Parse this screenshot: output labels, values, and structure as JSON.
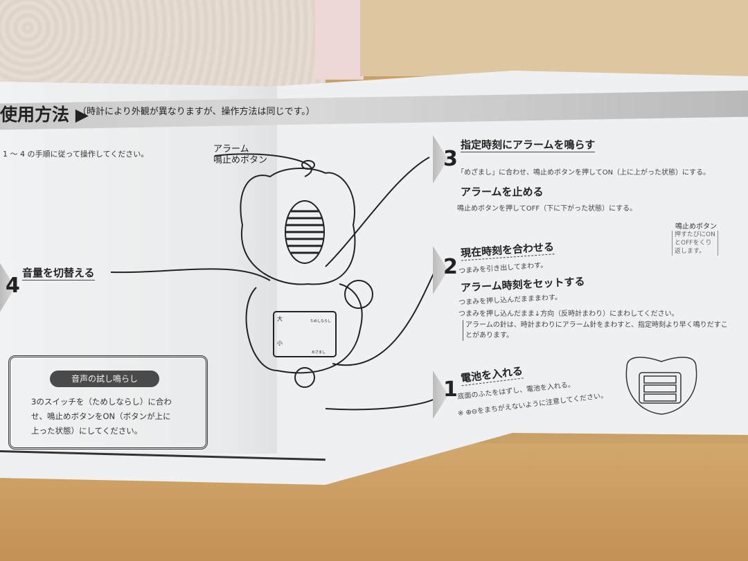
{
  "header": {
    "title": "使用方法 ▶",
    "subtitle": "（時計により外観が異なりますが、操作方法は同じです。）"
  },
  "intro": "1 ～ 4 の手順に従って操作してください。",
  "callout_alarm_button": [
    "アラーム",
    "鳴止めボタン"
  ],
  "steps": [
    {
      "number": "4",
      "title": "音量を切替える"
    },
    {
      "number": "3",
      "title": "指定時刻にアラームを鳴らす",
      "text": "「めざまし」に合わせ、鳴止めボタンを押してON（上に上がった状態）にする。",
      "sub_title": "アラームを止める",
      "sub_text": "鳴止めボタンを押してOFF（下に下がった状態）にする。"
    },
    {
      "number": "2",
      "title": "現在時刻を合わせる",
      "text": "つまみを引き出してまわす。",
      "sub_title": "アラーム時刻をセットする",
      "sub_text": "つまみを押し込んだまままわす。",
      "note_lead": "つまみを押し込んだまま↓方向（反時計まわり）にまわしてください。",
      "note": [
        "アラームの針は、時計まわりにアラーム針をまわすと、指定時刻より早く鳴りだすこ",
        "とがあります。"
      ]
    },
    {
      "number": "1",
      "title": "電池を入れる",
      "text": "底面のふたをはずし、電池を入れる。",
      "note": "※ ⊕⊖をまちがえないように注意してください。"
    }
  ],
  "side_note": {
    "title": "鳴止めボタン",
    "text": [
      "押すたびにON",
      "とOFFをくり",
      "返します。"
    ]
  },
  "cat_labels": {
    "volume_big": "大",
    "volume_small": "小",
    "mode_top": "ためしならし",
    "mode_bottom": "めざまし"
  },
  "trial_box": {
    "title": "音声の試し鳴らし",
    "lines": [
      "3のスイッチを（ためしならし）に合わ",
      "せ、鳴止めボタンをON（ボタンが上に",
      "上った状態）にしてください。"
    ]
  }
}
